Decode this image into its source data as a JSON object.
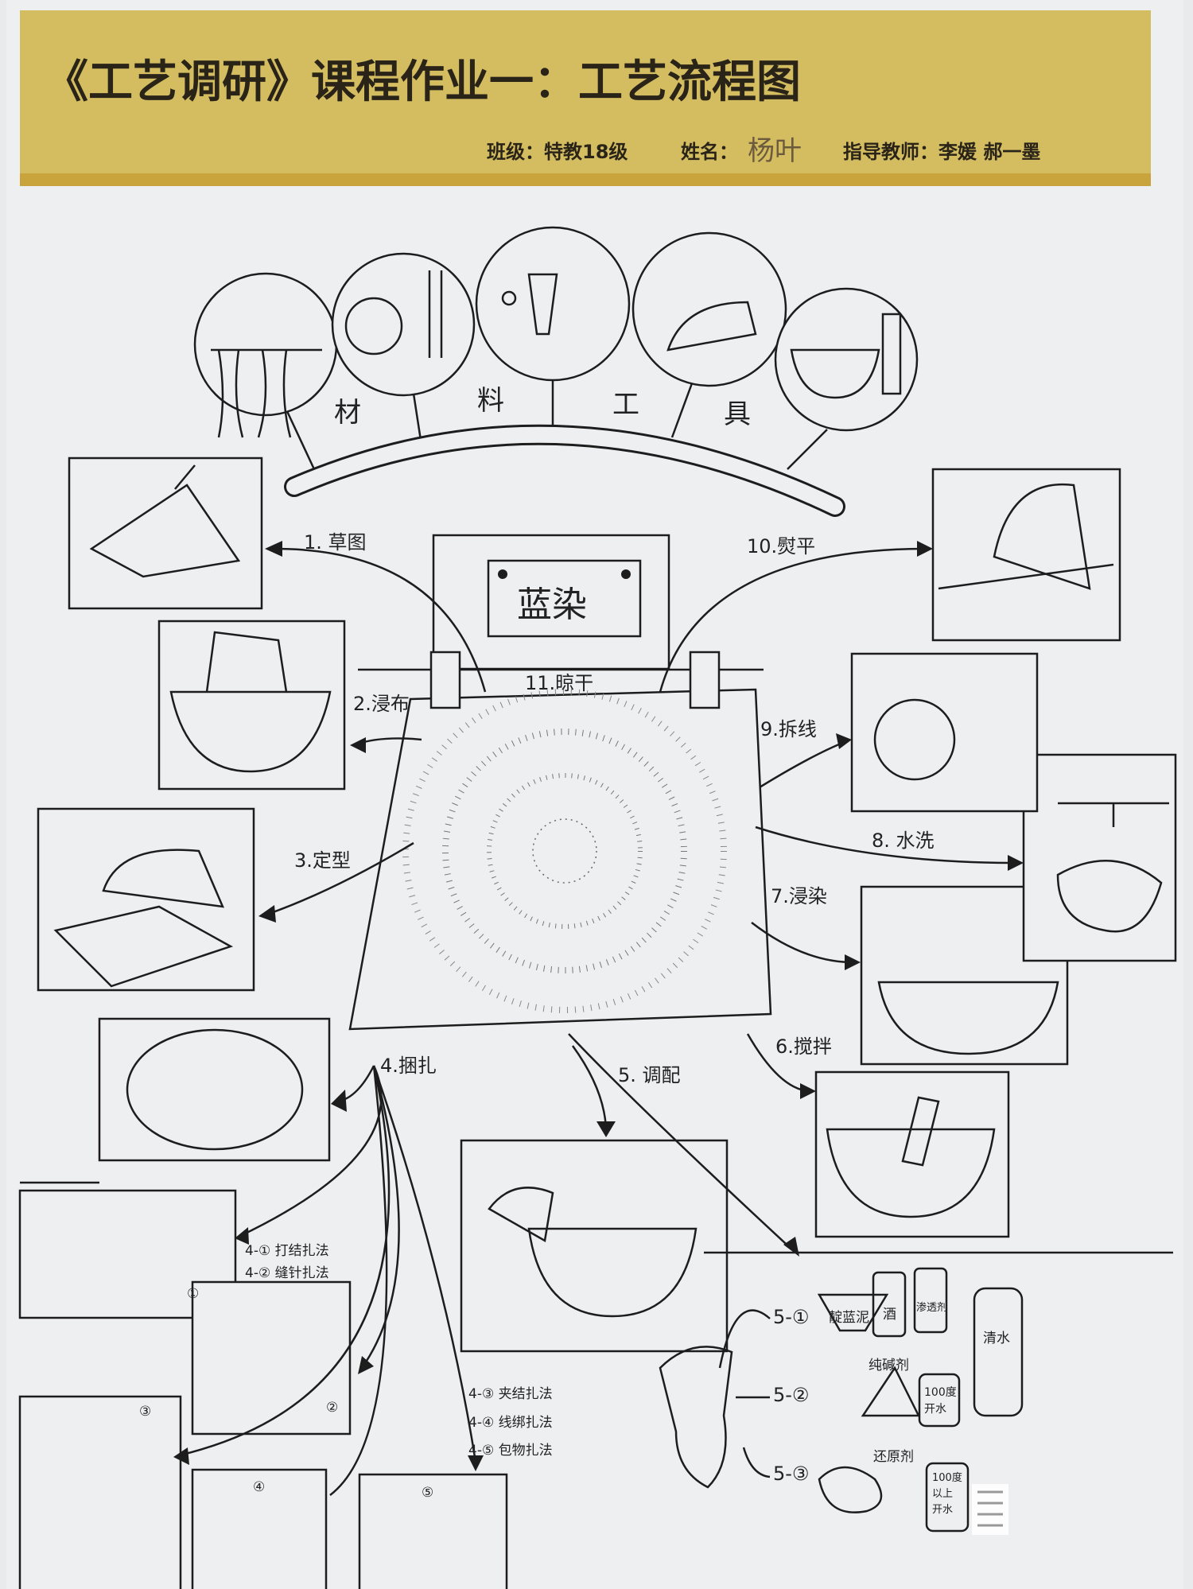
{
  "header": {
    "title": "《工艺调研》课程作业一：工艺流程图",
    "class_label": "班级：特教18级",
    "name_label": "姓名：",
    "name_value": "杨叶",
    "teacher_label": "指导教师：李媛 郝一墨",
    "banner_color": "#d4bd61",
    "stripe_color": "#c9a33c"
  },
  "materials": {
    "chars": [
      "材",
      "料",
      "工",
      "具"
    ]
  },
  "center": {
    "title": "蓝染"
  },
  "steps": [
    {
      "label": "1. 草图"
    },
    {
      "label": "2.浸布"
    },
    {
      "label": "3.定型"
    },
    {
      "label": "4.捆扎"
    },
    {
      "label": "5. 调配"
    },
    {
      "label": "6.搅拌"
    },
    {
      "label": "7.浸染"
    },
    {
      "label": "8. 水洗"
    },
    {
      "label": "9.拆线"
    },
    {
      "label": "10.熨平"
    },
    {
      "label": "11.晾干"
    }
  ],
  "tie_methods": [
    {
      "label": "4-① 打结扎法"
    },
    {
      "label": "4-② 缝针扎法"
    },
    {
      "label": "4-③ 夹结扎法"
    },
    {
      "label": "4-④ 线绑扎法"
    },
    {
      "label": "4-⑤ 包物扎法"
    }
  ],
  "tie_marks": [
    "①",
    "②",
    "③",
    "④",
    "⑤"
  ],
  "mix_steps": [
    {
      "label": "5-①"
    },
    {
      "label": "5-②"
    },
    {
      "label": "5-③"
    }
  ],
  "ingredients": {
    "indigo": "靛蓝泥",
    "wine": "酒",
    "penetrant": "渗透剂",
    "water": "清水",
    "soda": "纯碱剂",
    "boiling_water_1": [
      "100度",
      "开水"
    ],
    "reducer": "还原剂",
    "boiling_water_2": [
      "100度",
      "以上",
      "开水"
    ]
  }
}
